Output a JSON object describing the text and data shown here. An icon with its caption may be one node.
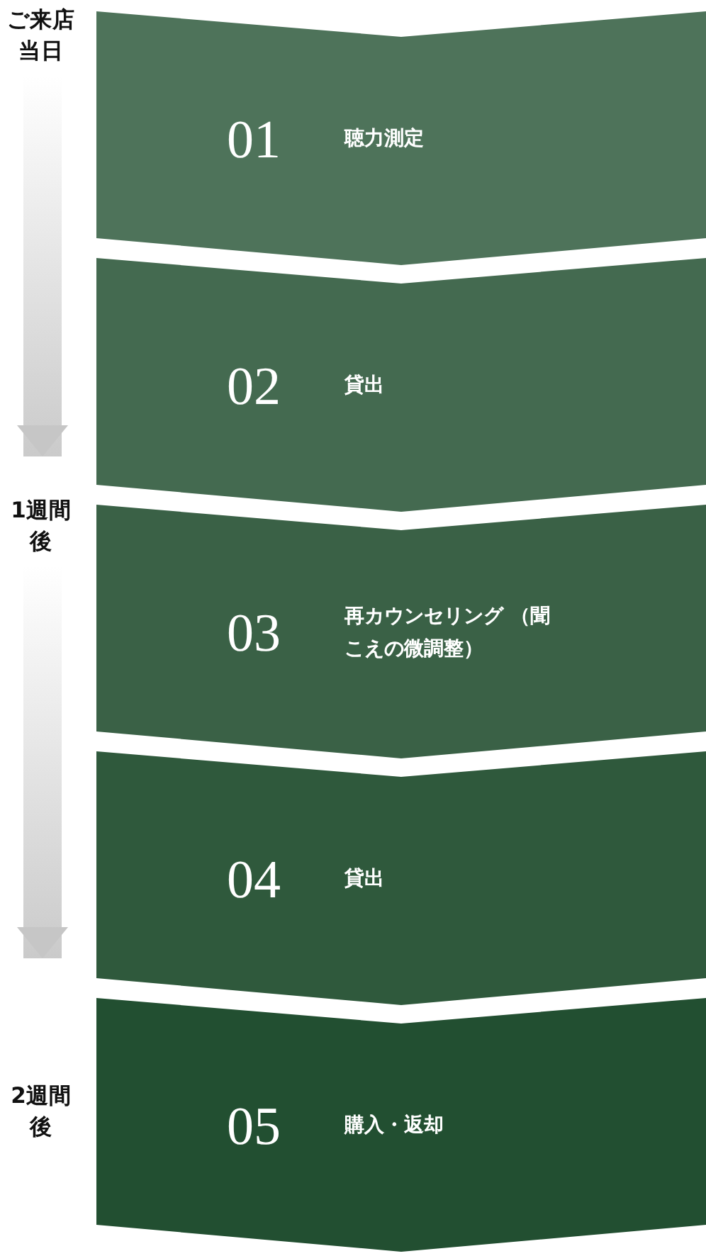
{
  "diagram": {
    "nodes": [
      {
        "text": [
          "01",
          "聴力測定"
        ]
      },
      {
        "text": [
          "02",
          "貸出"
        ]
      },
      {
        "text": [
          "03",
          "再カウンセリング （聞こえの微調整）"
        ]
      },
      {
        "text": [
          "04",
          "貸出"
        ]
      },
      {
        "text": [
          "05",
          "購入・返却"
        ]
      },
      {
        "text": [
          "ご来店当日"
        ]
      },
      {
        "text": [
          "1週間後"
        ]
      },
      {
        "text": [
          "2週間後"
        ]
      }
    ],
    "edges": [
      {
        "from": 5,
        "to": 6,
        "arrow": "to"
      },
      {
        "from": 6,
        "to": 7,
        "arrow": "to"
      }
    ]
  }
}
